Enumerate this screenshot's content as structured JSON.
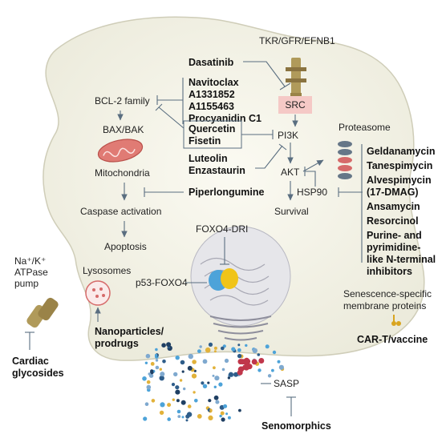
{
  "receptor_label": "TKR/GFR/EFNB1",
  "src_label": "SRC",
  "bcl2_family": "BCL-2 family",
  "bax_bak": "BAX/BAK",
  "mitochondria": "Mitochondria",
  "caspase": "Caspase activation",
  "apoptosis": "Apoptosis",
  "pi3k": "PI3K",
  "akt": "AKT",
  "survival": "Survival",
  "proteasome": "Proteasome",
  "hsp90": "HSP90",
  "foxo4_dri": "FOXO4-DRI",
  "p53_foxo4": "p53-FOXO4",
  "lysosomes": "Lysosomes",
  "atpase_lines": [
    "Na⁺/K⁺",
    "ATPase",
    "pump"
  ],
  "membrane_proteins": [
    "Senescence-specific",
    "membrane proteins"
  ],
  "sasp": "SASP",
  "drugs": {
    "dasatinib": "Dasatinib",
    "navitoclax_group": [
      "Navitoclax",
      "A1331852",
      "A1155463",
      "Procyanidin C1"
    ],
    "quercetin_group": [
      "Quercetin",
      "Fisetin"
    ],
    "luteolin_group": [
      "Luteolin",
      "Enzastaurin"
    ],
    "piperlongumine": "Piperlongumine",
    "hsp90_inhibitors": [
      "Geldanamycin",
      "Tanespimycin",
      "Alvespimycin",
      "(17-DMAG)",
      "Ansamycin",
      "Resorcinol",
      "Purine- and",
      "pyrimidine-",
      "like N-terminal",
      "inhibitors"
    ],
    "nanoparticles": [
      "Nanoparticles/",
      "prodrugs"
    ],
    "cardiac": [
      "Cardiac",
      "glycosides"
    ],
    "car_t": "CAR-T/vaccine",
    "senomorphics": "Senomorphics"
  },
  "colors": {
    "cell_fill": "#f1f0e4",
    "src_fill": "#f5c9c6",
    "mito": "#e07b74",
    "accent_blue": "#4da3d9",
    "accent_yellow": "#f0c419",
    "sasp_red": "#c0364a"
  }
}
